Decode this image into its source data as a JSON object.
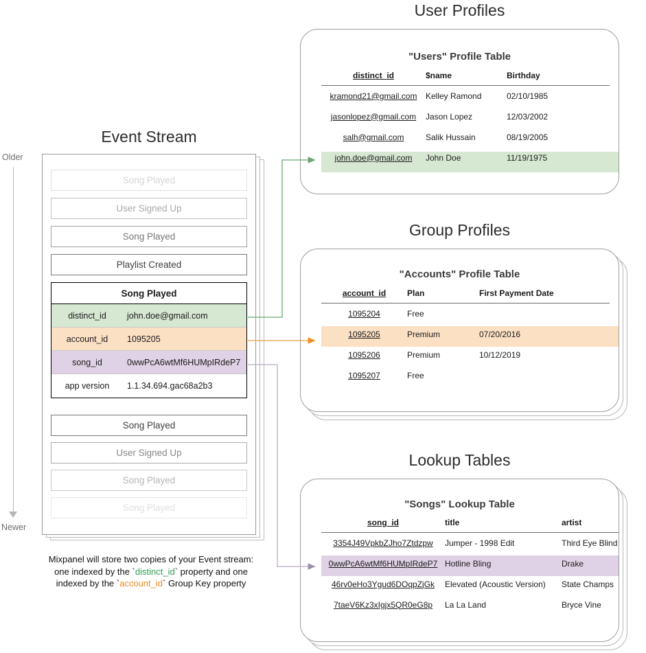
{
  "sections": {
    "event_stream_title": "Event Stream",
    "user_profiles_title": "User Profiles",
    "group_profiles_title": "Group Profiles",
    "lookup_tables_title": "Lookup Tables"
  },
  "time_axis": {
    "older_label": "Older",
    "newer_label": "Newer"
  },
  "event_stream": {
    "events_before": [
      {
        "name": "Song Played",
        "opacity": 0.22
      },
      {
        "name": "User Signed Up",
        "opacity": 0.45
      },
      {
        "name": "Song Played",
        "opacity": 0.7
      },
      {
        "name": "Playlist Created",
        "opacity": 1.0
      }
    ],
    "selected_event": {
      "name": "Song Played",
      "properties": [
        {
          "key": "distinct_id",
          "value": "john.doe@gmail.com",
          "highlight": "green"
        },
        {
          "key": "account_id",
          "value": "1095205",
          "highlight": "orange"
        },
        {
          "key": "song_id",
          "value": "0wwPcA6wtMf6HUMpIRdeP7",
          "highlight": "purple"
        },
        {
          "key": "app version",
          "value": "1.1.34.694.gac68a2b3",
          "highlight": "none"
        }
      ]
    },
    "events_after": [
      {
        "name": "Song Played",
        "opacity": 1.0
      },
      {
        "name": "User Signed Up",
        "opacity": 0.62
      },
      {
        "name": "Song Played",
        "opacity": 0.38
      },
      {
        "name": "Song Played",
        "opacity": 0.16
      }
    ]
  },
  "caption": {
    "line1": "Mixpanel will store two copies of your Event stream:",
    "line2_pre": "one indexed by the `",
    "line2_token": "distinct_id",
    "line2_post": "` property and one",
    "line3_pre": "indexed by the `",
    "line3_token": "account_id",
    "line3_post": "` Group Key property"
  },
  "users_table": {
    "title": "\"Users\" Profile Table",
    "columns": [
      "distinct_id",
      "$name",
      "Birthday"
    ],
    "rows": [
      {
        "cells": [
          "kramond21@gmail.com",
          "Kelley Ramond",
          "02/10/1985"
        ],
        "highlight": "none"
      },
      {
        "cells": [
          "jasonlopez@gmail.com",
          "Jason Lopez",
          "12/03/2002"
        ],
        "highlight": "none"
      },
      {
        "cells": [
          "salh@gmail.com",
          "Salik Hussain",
          "08/19/2005"
        ],
        "highlight": "none"
      },
      {
        "cells": [
          "john.doe@gmail.com",
          "John Doe",
          "11/19/1975"
        ],
        "highlight": "green"
      }
    ]
  },
  "accounts_table": {
    "title": "\"Accounts\" Profile Table",
    "columns": [
      "account_id",
      "Plan",
      "First Payment Date"
    ],
    "rows": [
      {
        "cells": [
          "1095204",
          "Free",
          ""
        ],
        "highlight": "none"
      },
      {
        "cells": [
          "1095205",
          "Premium",
          "07/20/2016"
        ],
        "highlight": "orange"
      },
      {
        "cells": [
          "1095206",
          "Premium",
          "10/12/2019"
        ],
        "highlight": "none"
      },
      {
        "cells": [
          "1095207",
          "Free",
          ""
        ],
        "highlight": "none"
      }
    ]
  },
  "songs_table": {
    "title": "\"Songs\" Lookup Table",
    "columns": [
      "song_id",
      "title",
      "artist"
    ],
    "rows": [
      {
        "cells": [
          "3354J49VpkbZJho7Ztdzpw",
          "Jumper - 1998 Edit",
          "Third Eye Blind"
        ],
        "highlight": "none"
      },
      {
        "cells": [
          "0wwPcA6wtMf6HUMpIRdeP7",
          "Hotline Bling",
          "Drake"
        ],
        "highlight": "purple"
      },
      {
        "cells": [
          "46rv0eHo3Ygud6DOqpZjGk",
          "Elevated (Acoustic Version)",
          "State Champs"
        ],
        "highlight": "none"
      },
      {
        "cells": [
          "7taeV6Kz3xIgjx5QR0eG8p",
          "La La Land",
          "Bryce Vine"
        ],
        "highlight": "none"
      }
    ]
  },
  "colors": {
    "green": "#d6e8d2",
    "orange": "#fce0c4",
    "purple": "#dfd2e6",
    "green_line": "#6aa86f",
    "orange_line": "#e0a55a",
    "purple_line": "#b9a9c4",
    "axis": "#b4b4b4"
  }
}
